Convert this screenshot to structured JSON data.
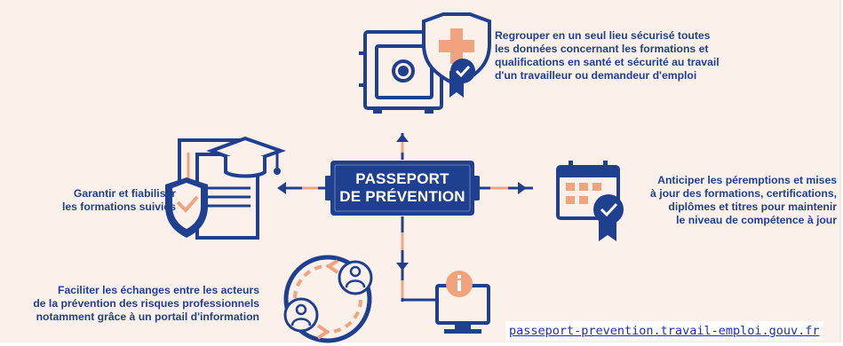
{
  "center": {
    "line1": "PASSEPORT",
    "line2": "DE PRÉVENTION"
  },
  "blocks": {
    "top": "Regrouper en un seul lieu sécurisé toutes\nles données concernant les formations et\nqualifications en santé et sécurité au travail\nd'un travailleur ou demandeur d'emploi",
    "right": "Anticiper les péremptions et mises\nà jour des formations, certifications,\ndiplômes et titres pour maintenir\nle niveau de compétence à jour",
    "left": "Garantir et fiabiliser\nles formations suivies",
    "bottom": "Faciliter les échanges entre les acteurs\nde la prévention des risques professionnels\nnotamment grâce à un portail d'information"
  },
  "link": "passeport-prevention.travail-emploi.gouv.fr",
  "colors": {
    "navy": "#1f3f8f",
    "orange": "#f0a37c",
    "background": "#fbf1ea"
  },
  "icons": {
    "top": [
      "safe-icon",
      "shield-cross-badge-icon"
    ],
    "right": [
      "calendar-badge-icon"
    ],
    "left": [
      "diploma-shield-graduation-cap-icon"
    ],
    "bottom": [
      "exchange-circle-people-icon",
      "monitor-info-icon"
    ]
  }
}
